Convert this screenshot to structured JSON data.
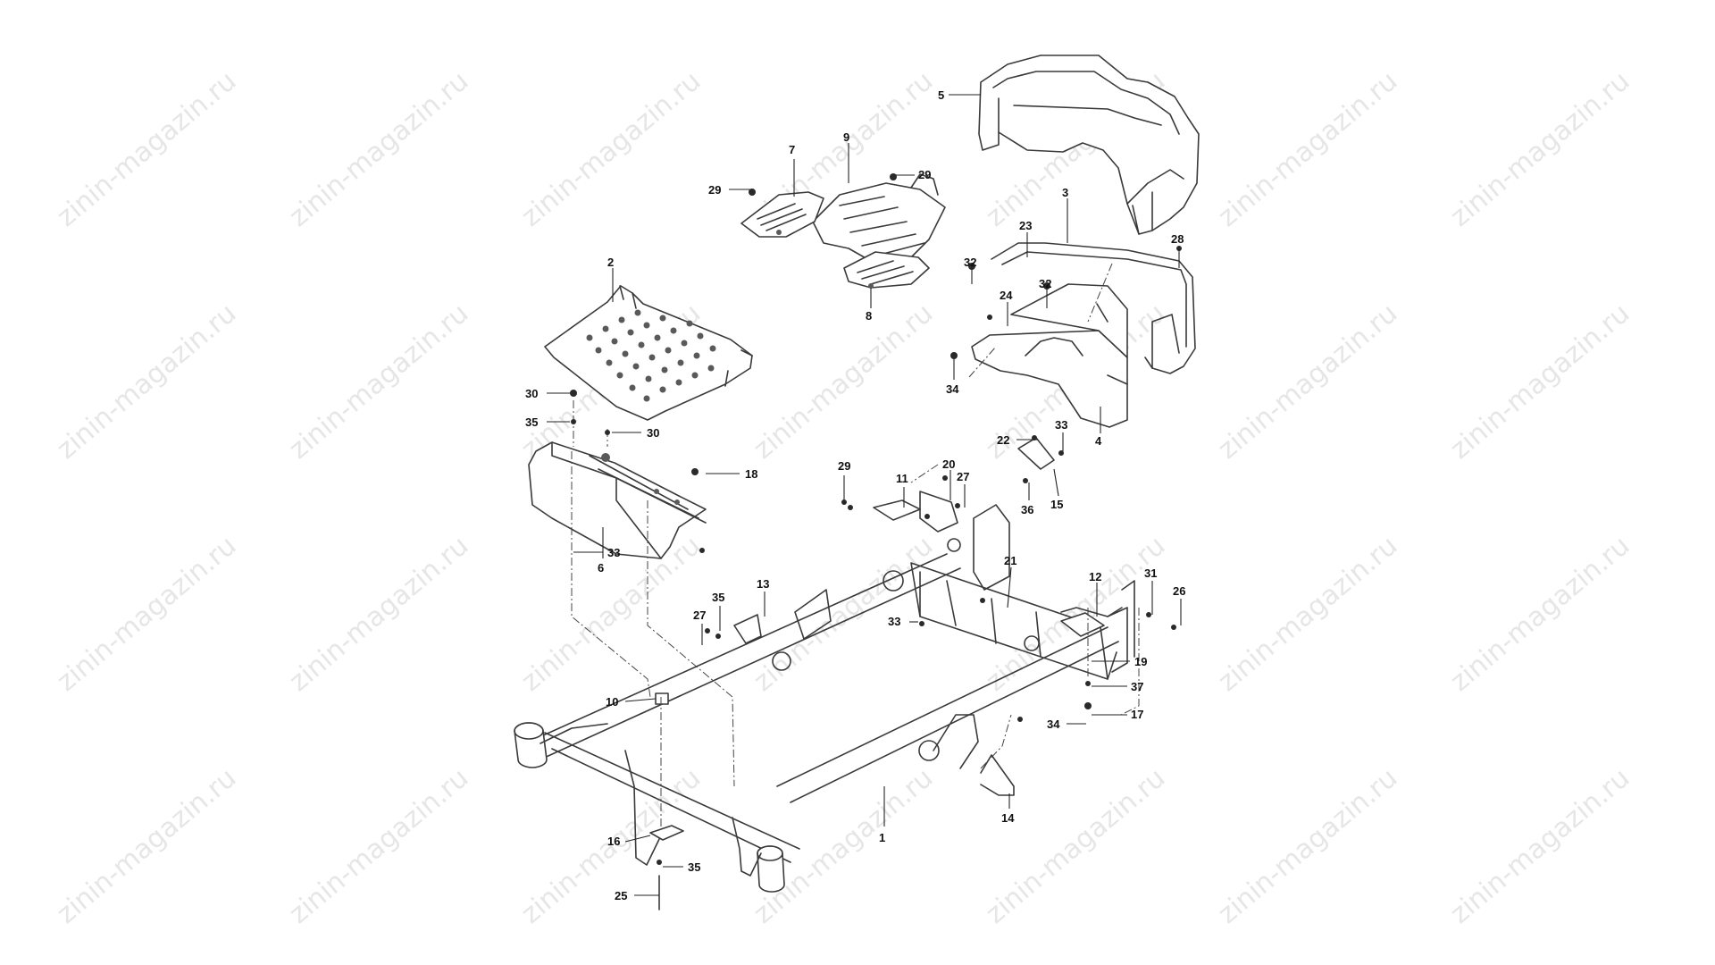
{
  "watermark": "zinin-magazin.ru",
  "callouts": {
    "c1": "1",
    "c2": "2",
    "c3": "3",
    "c4": "4",
    "c5": "5",
    "c6": "6",
    "c7": "7",
    "c8": "8",
    "c9": "9",
    "c10": "10",
    "c11": "11",
    "c12": "12",
    "c13": "13",
    "c14": "14",
    "c15": "15",
    "c16": "16",
    "c17": "17",
    "c18": "18",
    "c19": "19",
    "c20": "20",
    "c21": "21",
    "c22": "22",
    "c23": "23",
    "c24": "24",
    "c25": "25",
    "c26": "26",
    "c27": "27",
    "c28": "28",
    "c29": "29",
    "c30": "30",
    "c31": "31",
    "c32": "32",
    "c33": "33",
    "c34": "34",
    "c35": "35",
    "c36": "36",
    "c37": "37"
  }
}
